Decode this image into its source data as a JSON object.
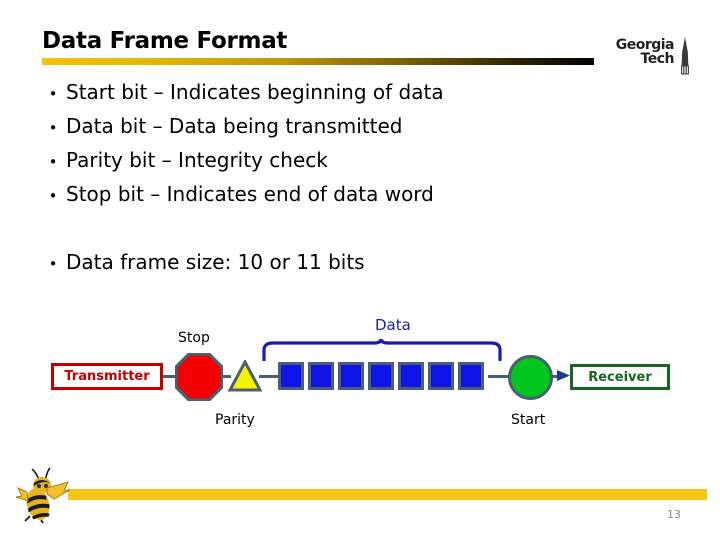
{
  "slide": {
    "title": "Data Frame Format",
    "page_number": "13",
    "accent_gold": "#f5c518",
    "title_rule_from": "#f4c300",
    "title_rule_to": "#000000"
  },
  "logo": {
    "line1": "Georgia",
    "line2": "Tech",
    "flame_icon": "gt-flame-icon",
    "mascot_icon": "buzz-bee-mascot-icon"
  },
  "bullets": [
    {
      "marker": "•",
      "text": "Start bit – Indicates beginning of data"
    },
    {
      "marker": "•",
      "text": "Data bit – Data being transmitted"
    },
    {
      "marker": "•",
      "text": "Parity bit – Integrity check"
    },
    {
      "marker": "•",
      "text": "Stop bit – Indicates end of data word"
    },
    {
      "marker": "•",
      "text": "Data frame size: 10 or 11 bits"
    }
  ],
  "diagram": {
    "transmitter_label": "Transmitter",
    "receiver_label": "Receiver",
    "stop_label": "Stop",
    "parity_label": "Parity",
    "start_label": "Start",
    "data_label": "Data",
    "data_bit_count": 7,
    "colors": {
      "transmitter_border": "#c00000",
      "transmitter_text": "#c00000",
      "receiver_border": "#17651f",
      "receiver_text": "#17651f",
      "stop_fill": "#f40000",
      "parity_fill": "#f7f300",
      "start_fill": "#00c61e",
      "data_bit_fill": "#0f14e8",
      "shape_stroke": "#4a6070",
      "brace_color": "#1b1bb0",
      "wire_color": "#4a6070"
    }
  },
  "chart_data": {
    "type": "diagram",
    "title": "UART data frame sequence (transmitter to receiver)",
    "nodes": [
      {
        "id": "transmitter",
        "label": "Transmitter",
        "shape": "rectangle",
        "fill": "#ffffff",
        "stroke": "#c00000"
      },
      {
        "id": "stop",
        "label": "Stop",
        "shape": "octagon",
        "fill": "#f40000",
        "stroke": "#4a6070"
      },
      {
        "id": "parity",
        "label": "Parity",
        "shape": "triangle",
        "fill": "#f7f300",
        "stroke": "#4a6070"
      },
      {
        "id": "data",
        "label": "Data",
        "shape": "square-series",
        "count": 7,
        "fill": "#0f14e8",
        "stroke": "#4a6070"
      },
      {
        "id": "start",
        "label": "Start",
        "shape": "circle",
        "fill": "#00c61e",
        "stroke": "#4a6070"
      },
      {
        "id": "receiver",
        "label": "Receiver",
        "shape": "rectangle",
        "fill": "#ffffff",
        "stroke": "#17651f"
      }
    ],
    "flow_order": [
      "transmitter",
      "stop",
      "parity",
      "data",
      "start",
      "receiver"
    ],
    "grouping": {
      "brace_label": "Data",
      "spans": "data",
      "brace_color": "#1b1bb0"
    }
  }
}
